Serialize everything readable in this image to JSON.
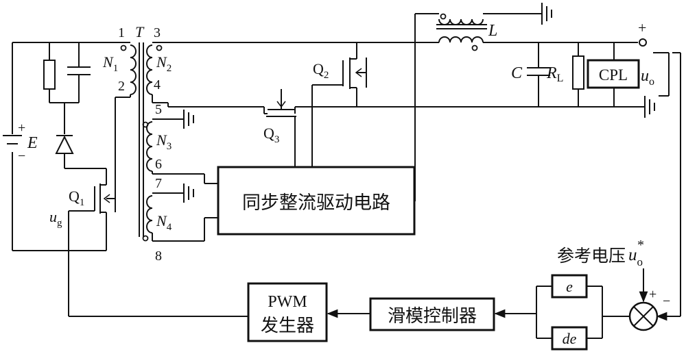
{
  "labels": {
    "n1": "N",
    "n1_sub": "1",
    "n2": "N",
    "n2_sub": "2",
    "n3": "N",
    "n3_sub": "3",
    "n4": "N",
    "n4_sub": "4",
    "t": "T",
    "pin1": "1",
    "pin2": "2",
    "pin3": "3",
    "pin4": "4",
    "pin5": "5",
    "pin6": "6",
    "pin7": "7",
    "pin8": "8",
    "E": "E",
    "plus": "+",
    "minus": "−",
    "q1": "Q",
    "q1_sub": "1",
    "q2": "Q",
    "q2_sub": "2",
    "q3": "Q",
    "q3_sub": "3",
    "ug": "u",
    "ug_sub": "g",
    "L": "L",
    "C": "C",
    "RL": "R",
    "RL_sub": "L",
    "cpl": "CPL",
    "uo": "u",
    "uo_sub": "o",
    "ref_text": "参考电压",
    "ref_u": "u",
    "ref_sub": "o",
    "ref_sup": "*",
    "sync_block": "同步整流驱动电路",
    "pwm_line1": "PWM",
    "pwm_line2": "发生器",
    "smc_block": "滑模控制器",
    "e_box": "e",
    "de_box": "de",
    "sum_plus": "+",
    "sum_minus": "−"
  }
}
